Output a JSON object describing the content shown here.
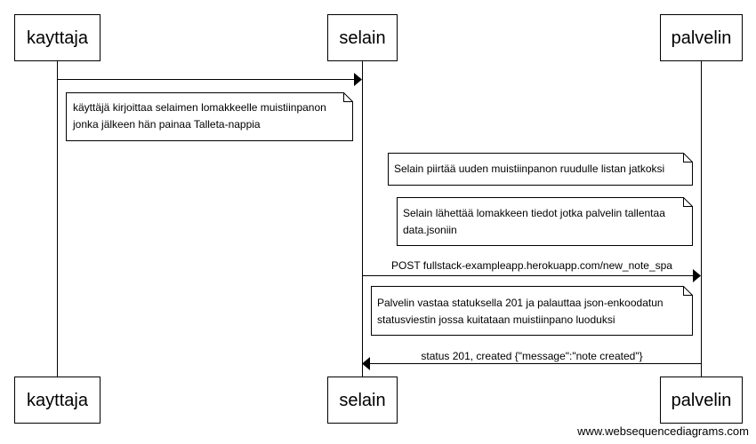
{
  "participants": [
    {
      "id": "kayttaja",
      "label": "kayttaja"
    },
    {
      "id": "selain",
      "label": "selain"
    },
    {
      "id": "palvelin",
      "label": "palvelin"
    }
  ],
  "messages": [
    {
      "from": "kayttaja",
      "to": "selain",
      "label": ""
    },
    {
      "from": "selain",
      "to": "palvelin",
      "label": "POST fullstack-exampleapp.herokuapp.com/new_note_spa"
    },
    {
      "from": "palvelin",
      "to": "selain",
      "label": "status 201, created {\"message\":\"note created\"}"
    }
  ],
  "notes": [
    {
      "lines": [
        "käyttäjä kirjoittaa selaimen lomakkeelle muistiinpanon",
        "jonka jälkeen hän painaa Talleta-nappia"
      ]
    },
    {
      "lines": [
        "Selain piirtää uuden muistiinpanon ruudulle listan jatkoksi"
      ]
    },
    {
      "lines": [
        "Selain lähettää lomakkeen tiedot jotka palvelin tallentaa",
        "data.jsoniin"
      ]
    },
    {
      "lines": [
        "Palvelin vastaa statuksella 201 ja palauttaa json-enkoodatun",
        "statusviestin jossa kuitataan muistiinpano luoduksi"
      ]
    }
  ],
  "footer": {
    "text": "www.websequencediagrams.com"
  }
}
